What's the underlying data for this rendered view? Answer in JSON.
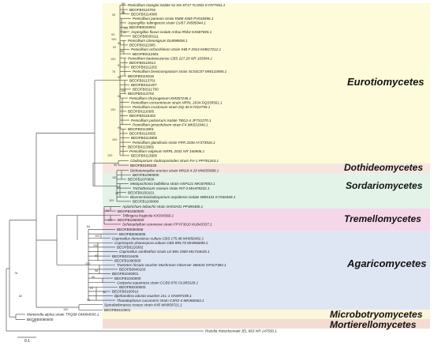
{
  "colors": {
    "eurotiomycetes": "#fdfbd9",
    "dothideomycetes": "#f7e6df",
    "sordariomycetes": "#e3f3e8",
    "tremellomycetes": "#f6d7ea",
    "agaricomycetes": "#dfe6f3",
    "microbotryomycetes": "#fbf5d9",
    "mortierellomycetes": "#f3ddd2",
    "line": "#555555",
    "text": "#222222",
    "bootstrap": "#444444"
  },
  "clades": [
    {
      "key": "eurotiomycetes",
      "name": "Eurotiomycetes"
    },
    {
      "key": "dothideomycetes",
      "name": "Dothideomycetes"
    },
    {
      "key": "sordariomycetes",
      "name": "Sordariomycetes"
    },
    {
      "key": "tremellomycetes",
      "name": "Tremellomycetes"
    },
    {
      "key": "agaricomycetes",
      "name": "Agaricomycetes"
    },
    {
      "key": "microbotryomycetes",
      "name": "Microbotryomycetes"
    },
    {
      "key": "mortierellomycetes",
      "name": "Mortierellomycetes"
    }
  ],
  "scale_bar": {
    "label": "0.1"
  },
  "taxa": [
    {
      "label": "Penicillium mangini isolate 51 DS ST17 TLOM1 KY977551.1",
      "italic": true
    },
    {
      "label": "BEOFB0110702",
      "italic": false
    },
    {
      "label": "BEOFB0114000",
      "italic": false
    },
    {
      "label": "Penicillium paneum strain KMM 4365 PV018496.1",
      "italic": true
    },
    {
      "label": "Aspergillus tubingensis strain Cs/67 JN585944.1",
      "italic": true
    },
    {
      "label": "BEOFB0033001",
      "italic": false
    },
    {
      "label": "Aspergillus flavus isolate Anhui-Rhb4 KX687655.1",
      "italic": true
    },
    {
      "label": "BEOFB0030111",
      "italic": false
    },
    {
      "label": "Penicillium citreonigrum DU898838.1",
      "italic": true
    },
    {
      "label": "BEOFB0111905",
      "italic": false
    },
    {
      "label": "Penicillium ochrochloron strain IHB F 2914 KM817212.1",
      "italic": true
    },
    {
      "label": "BEOFB0112601",
      "italic": false
    },
    {
      "label": "Penicillium baetweczense CBS 227.28 NR 165994.1",
      "italic": true
    },
    {
      "label": "BEOFB0110014",
      "italic": false
    },
    {
      "label": "BEOFB0112202",
      "italic": false
    },
    {
      "label": "Penicillium brevicompactum strain SC53C07 MW133585.1",
      "italic": true
    },
    {
      "label": "BEOFB0110015",
      "italic": false
    },
    {
      "label": "BEOFB0113701",
      "italic": false
    },
    {
      "label": "BEOFB0111207",
      "italic": false
    },
    {
      "label": "BEOFB0111700",
      "italic": false
    },
    {
      "label": "BEOFB0113702",
      "italic": false
    },
    {
      "label": "Penicillium chrysogenum KM357236.1",
      "italic": true
    },
    {
      "label": "Penicillium concentricum strain NRRL 2034 DQ339561.1",
      "italic": true
    },
    {
      "label": "Penicillium crustosum strain DQ-30 KY022755.1",
      "italic": true
    },
    {
      "label": "BEOFB0110305",
      "italic": false
    },
    {
      "label": "BEOFB0115402",
      "italic": false
    },
    {
      "label": "Penicillium polonicum isolate TBG2-4 JF731270.1",
      "italic": true
    },
    {
      "label": "Penicillium griseofulvum strain F4 MK631946.1",
      "italic": true
    },
    {
      "label": "BEOFB0113801",
      "italic": false
    },
    {
      "label": "BEOFB0110505",
      "italic": false
    },
    {
      "label": "BEOFB0113805",
      "italic": false
    },
    {
      "label": "Penicillium glandicola strain FRR 2036 AY373916.1",
      "italic": true
    },
    {
      "label": "BEOFB0113802",
      "italic": false
    },
    {
      "label": "Penicillium vulpinum NRRL 2031 NR 166906.1",
      "italic": true
    },
    {
      "label": "BEOFB0113900",
      "italic": false
    },
    {
      "label": "Cladosporium cladosporioides strain FH-1 PP781263.1",
      "italic": true
    },
    {
      "label": "BEOFB0106226",
      "italic": false
    },
    {
      "label": "Dichotomopilus erectus strain WN18-4 28 MN659088.1",
      "italic": true
    },
    {
      "label": "BEOFB1090000",
      "italic": false
    },
    {
      "label": "BEOFB1070000",
      "italic": false
    },
    {
      "label": "Metapochonia bulbillosa strain HSP121 MK307853.1",
      "italic": true
    },
    {
      "label": "Trichothecium roseum strain RIT-3 MH478332.1",
      "italic": true
    },
    {
      "label": "BEOFB0150101",
      "italic": false
    },
    {
      "label": "Bionnectriacladosporium nepalense isolate WBS101 KY940469.1",
      "italic": true
    },
    {
      "label": "BEOFB1100000",
      "italic": false
    },
    {
      "label": "Apiotrichum laibachii strain SH03A01 PP385480.1",
      "italic": true
    },
    {
      "label": "BEOFB1050000",
      "italic": false
    },
    {
      "label": "Trillingera fragicola KX034360.1",
      "italic": true
    },
    {
      "label": "BEOFB1060000",
      "italic": false
    },
    {
      "label": "Schizophyllum commune strain FPYF3010 KU843337.1",
      "italic": true
    },
    {
      "label": "BEOFB0060006",
      "italic": false
    },
    {
      "label": "BEOFB0060005",
      "italic": false
    },
    {
      "label": "Coprinellus domesticus culture CBS 175.48 MH856492.1",
      "italic": true
    },
    {
      "label": "Coprinopsis phaeospora culture CBS 895.70 MH856698.1",
      "italic": true
    },
    {
      "label": "BEOFB0216302",
      "italic": false
    },
    {
      "label": "Coprinellus xanthothrix strain LE-BIN 1900 MG734635.1",
      "italic": true
    },
    {
      "label": "BEOFB0216406",
      "italic": false
    },
    {
      "label": "BEOFB1080000",
      "italic": false
    },
    {
      "label": "Trametes hirsuta voucher Mushroom Observer 486643 OP327383.1",
      "italic": true
    },
    {
      "label": "BEOFB0840103",
      "italic": false
    },
    {
      "label": "BEOFB1040001",
      "italic": false
    },
    {
      "label": "BEOFB1040000",
      "italic": false
    },
    {
      "label": "Ceriporia squamosa strain CCBS 876 OL985328.1",
      "italic": true
    },
    {
      "label": "BEOFB0240003",
      "italic": false
    },
    {
      "label": "BEOFB0160010",
      "italic": false
    },
    {
      "label": "Bjerkandera adusta voucher 21L-1 ON497198.1",
      "italic": true
    },
    {
      "label": "Thanatephorus cucumeris strain CSR2-4 MK460063.1",
      "italic": true
    },
    {
      "label": "Sporobolomyces roseus strain K45 MN959721.1",
      "italic": true
    },
    {
      "label": "BEOFB0410001",
      "italic": false
    },
    {
      "label": "Mortierella alpina strain TRQ08 OM994593.1",
      "italic": true
    },
    {
      "label": "BEOFB0080000",
      "italic": false
    },
    {
      "label": "Rozella rhizoclosmatii JEL 863 NR 147650.1",
      "italic": true
    }
  ],
  "bootstraps": [
    "98",
    "98",
    "95",
    "100",
    "84",
    "94",
    "100",
    "98",
    "92",
    "96",
    "100",
    "91",
    "76",
    "98",
    "100",
    "98",
    "100",
    "99",
    "100",
    "100",
    "96",
    "100",
    "86",
    "96",
    "100",
    "99",
    "100",
    "64",
    "100",
    "100",
    "90",
    "100",
    "98",
    "60",
    "63",
    "98",
    "99",
    "100",
    "100",
    "82",
    "78"
  ]
}
